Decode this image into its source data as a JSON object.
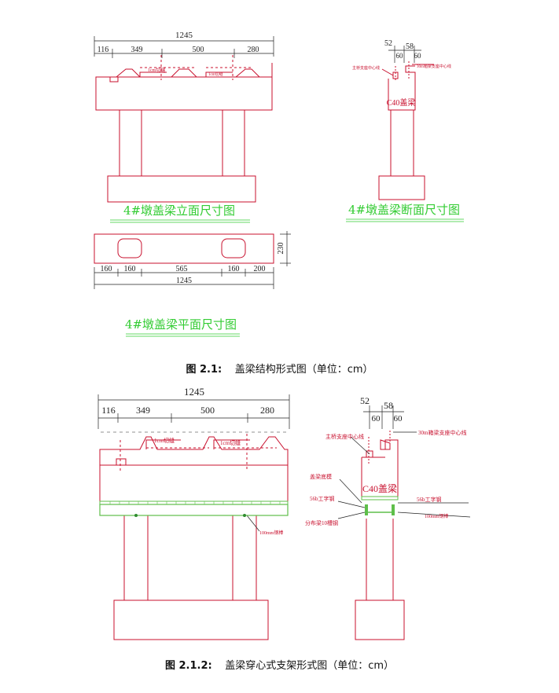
{
  "colors": {
    "line": "#c8102e",
    "dim": "#222222",
    "title": "#33cc33",
    "steel": "#5fbf4a"
  },
  "fig1": {
    "elev": {
      "total": "1245",
      "d1": "116",
      "d2": "349",
      "d3": "500",
      "d4": "280",
      "joint1": "1cm切缝",
      "joint2": "1cm切缝",
      "title": "4#墩盖梁立面尺寸图"
    },
    "section": {
      "d1": "52",
      "d2": "58",
      "d3": "60",
      "d4": "60",
      "lbl_left": "主桥支座中心线",
      "lbl_right": "30m箱梁支座中心线",
      "body": "C40盖梁",
      "title": "4#墩盖梁断面尺寸图"
    },
    "plan": {
      "d1": "160",
      "d2": "160",
      "d3": "565",
      "d4": "160",
      "d5": "200",
      "total": "1245",
      "height": "230",
      "title": "4#墩盖梁平面尺寸图"
    },
    "caption_label": "图 2.1:",
    "caption_text": "盖梁结构形式图（单位：cm）"
  },
  "fig2": {
    "elev": {
      "total": "1245",
      "d1": "116",
      "d2": "349",
      "d3": "500",
      "d4": "280",
      "joint1": "1cm切缝",
      "joint2": "1cm切缝",
      "rod": "100mm钢棒"
    },
    "section": {
      "d1": "52",
      "d2": "58",
      "d3": "60",
      "d4": "60",
      "lbl_left": "主桥支座中心线",
      "lbl_right": "30m箱梁支座中心线",
      "body": "C40盖梁",
      "form": "盖梁底模",
      "ibeam_left": "56b工字钢",
      "ibeam_right": "56b工字钢",
      "channel": "分布梁10槽钢",
      "rod": "100mm钢棒"
    },
    "caption_label": "图 2.1.2:",
    "caption_text": "盖梁穿心式支架形式图（单位：cm）"
  }
}
